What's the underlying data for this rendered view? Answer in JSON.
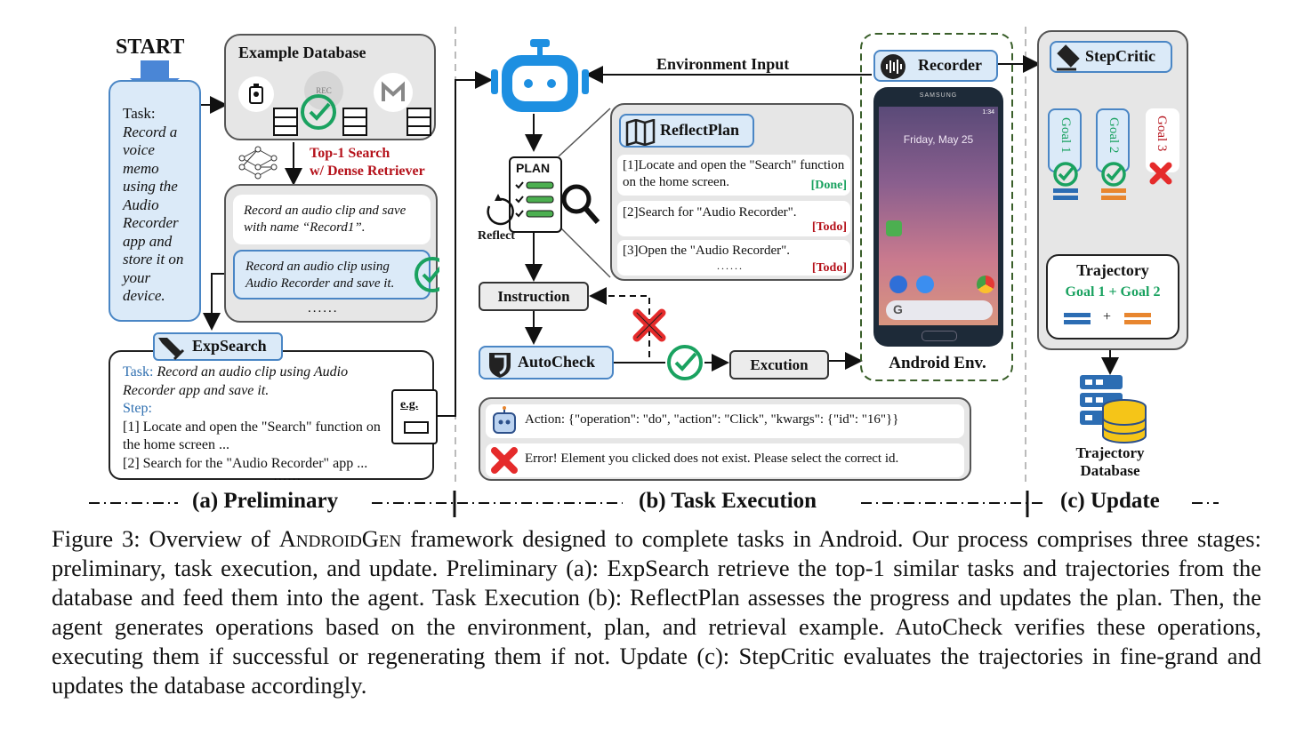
{
  "preliminary": {
    "start_label": "START",
    "task_box": {
      "heading": "Task:",
      "text": "Record a voice memo using the Audio Recorder app and store it on your device."
    },
    "example_db": {
      "title": "Example Database",
      "rec_icon_text": "REC"
    },
    "search_label_line1": "Top-1 Search",
    "search_label_line2": "w/ Dense Retriever",
    "results": {
      "item1": "Record an audio clip and save with name “Record1”.",
      "item2": "Record an audio clip using Audio Recorder and save it.",
      "ellipsis": "......"
    },
    "expsearch": {
      "title": "ExpSearch",
      "task_label": "Task:",
      "task_text": "Record an audio clip using Audio Recorder app and save it.",
      "step_label": "Step:",
      "step1": "[1] Locate and open the \"Search\" function on the home screen ...",
      "step2": "[2] Search for the \"Audio Recorder\" app ...",
      "ellipsis": "......",
      "eg_label": "e.g."
    }
  },
  "execution": {
    "environment_input": "Environment Input",
    "plan_icon_label": "PLAN",
    "reflect_label": "Reflect",
    "reflectplan": {
      "title": "ReflectPlan",
      "step1": "[1]Locate and open the \"Search\" function on the home screen.",
      "step1_status": "[Done]",
      "step2": "[2]Search for \"Audio Recorder\".",
      "step2_status": "[Todo]",
      "step3": "[3]Open the \"Audio Recorder\".",
      "step3_status": "[Todo]",
      "ellipsis": "......"
    },
    "instruction": "Instruction",
    "autocheck": "AutoCheck",
    "execution": "Excution",
    "action_text": "Action: {\"operation\": \"do\", \"action\": \"Click\", \"kwargs\": {\"id\": \"16\"}}",
    "error_text": "Error! Element you clicked does not exist. Please select the correct id."
  },
  "android": {
    "recorder": "Recorder",
    "brand": "SAMSUNG",
    "date": "Friday, May 25",
    "time": "1:34",
    "search_g": "G",
    "label": "Android Env."
  },
  "update": {
    "stepcritic": "StepCritic",
    "goal1": "Goal 1",
    "goal2": "Goal 2",
    "goal3": "Goal 3",
    "trajectory": "Trajectory",
    "trajectory_goals": "Goal 1 + Goal 2",
    "plus": "+",
    "db_line1": "Trajectory",
    "db_line2": "Database"
  },
  "section_labels": {
    "a": "(a) Preliminary",
    "b": "(b) Task Execution",
    "c": "(c) Update"
  },
  "caption": {
    "fig": "Figure 3: Overview of ",
    "name_sc": "AndroidGen",
    "rest": " framework designed to complete tasks in Android. Our process comprises three stages: preliminary, task execution, and update. Preliminary (a): ExpSearch retrieve the top-1 similar tasks and trajectories from the database and feed them into the agent. Task Execution (b): ReflectPlan assesses the progress and updates the plan. Then, the agent generates operations based on the environment, plan, and retrieval example. AutoCheck verifies these operations, executing them if successful or regenerating them if not. Update (c): StepCritic evaluates the trajectories in fine-grand and updates the database accordingly."
  },
  "colors": {
    "blue_fill": "#dbeaf8",
    "blue_stroke": "#4a86c5",
    "panel_gray": "#e6e6e6",
    "red": "#b5121b",
    "green": "#1aa260",
    "orange": "#e8862f",
    "db_blue": "#2c6db3",
    "db_yellow": "#f5c518"
  }
}
